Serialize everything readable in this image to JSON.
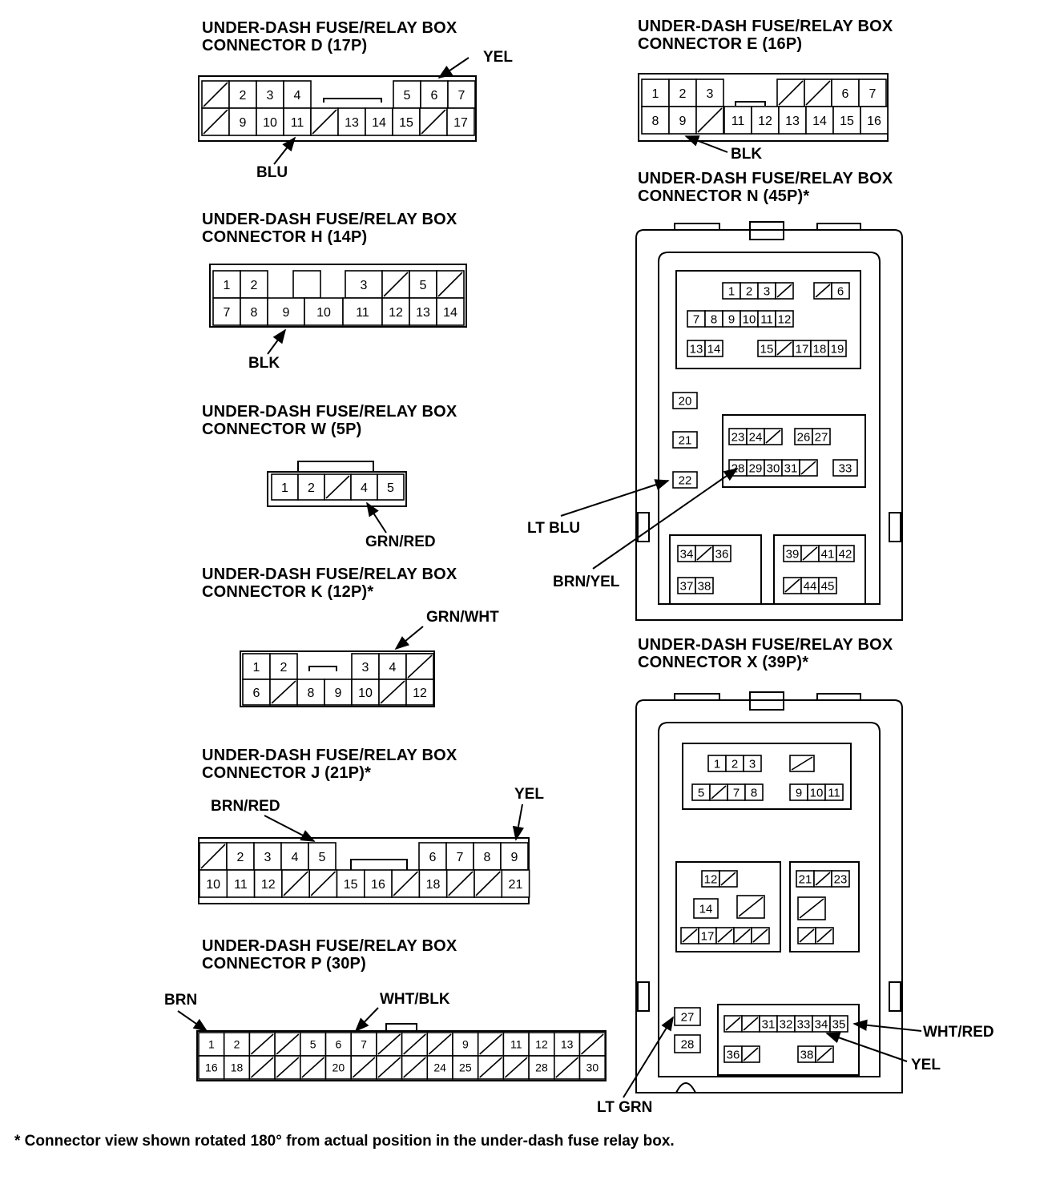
{
  "connectors": {
    "d": {
      "title1": "UNDER-DASH FUSE/RELAY BOX",
      "title2": "CONNECTOR D (17P)",
      "row1": [
        "",
        "2",
        "3",
        "4",
        "5",
        "6",
        "7"
      ],
      "row2": [
        "",
        "9",
        "10",
        "11",
        "",
        "13",
        "14",
        "15",
        "",
        "17"
      ],
      "wires": [
        "YEL",
        "BLU"
      ]
    },
    "e": {
      "title1": "UNDER-DASH FUSE/RELAY BOX",
      "title2": "CONNECTOR E (16P)",
      "row1": [
        "1",
        "2",
        "3",
        "",
        "",
        "6",
        "7"
      ],
      "row2": [
        "8",
        "9",
        "",
        "11",
        "12",
        "13",
        "14",
        "15",
        "16"
      ],
      "wires": [
        "BLK"
      ]
    },
    "h": {
      "title1": "UNDER-DASH FUSE/RELAY BOX",
      "title2": "CONNECTOR H (14P)",
      "row1": [
        "1",
        "2",
        "",
        "3",
        "",
        "5",
        ""
      ],
      "row2": [
        "7",
        "8",
        "9",
        "10",
        "11",
        "12",
        "13",
        "14"
      ],
      "wires": [
        "BLK"
      ]
    },
    "w": {
      "title1": "UNDER-DASH FUSE/RELAY BOX",
      "title2": "CONNECTOR W (5P)",
      "row1": [
        "1",
        "2",
        "",
        "4",
        "5"
      ],
      "wires": [
        "GRN/RED"
      ]
    },
    "k": {
      "title1": "UNDER-DASH FUSE/RELAY BOX",
      "title2": "CONNECTOR K (12P)*",
      "row1": [
        "1",
        "2",
        "3",
        "4",
        ""
      ],
      "row2": [
        "6",
        "",
        "8",
        "9",
        "10",
        "",
        "12"
      ],
      "wires": [
        "GRN/WHT"
      ]
    },
    "j": {
      "title1": "UNDER-DASH FUSE/RELAY BOX",
      "title2": "CONNECTOR J (21P)*",
      "row1": [
        "",
        "2",
        "3",
        "4",
        "5",
        "6",
        "7",
        "8",
        "9"
      ],
      "row2": [
        "10",
        "11",
        "12",
        "",
        "",
        "15",
        "16",
        "",
        "18",
        "",
        "",
        "21"
      ],
      "wires": [
        "BRN/RED",
        "YEL"
      ]
    },
    "p": {
      "title1": "UNDER-DASH FUSE/RELAY BOX",
      "title2": "CONNECTOR P (30P)",
      "row1": [
        "1",
        "2",
        "",
        "",
        "5",
        "6",
        "7",
        "",
        "",
        "",
        "9",
        "",
        "11",
        "12",
        "13",
        ""
      ],
      "row2": [
        "16",
        "18",
        "",
        "",
        "",
        "20",
        "",
        "",
        "",
        "24",
        "25",
        "",
        "",
        "28",
        "",
        "30"
      ],
      "wires": [
        "BRN",
        "WHT/BLK"
      ]
    },
    "n": {
      "title1": "UNDER-DASH FUSE/RELAY BOX",
      "title2": "CONNECTOR N (45P)*",
      "terminals": [
        "1",
        "2",
        "3",
        "",
        "",
        "6",
        "7",
        "8",
        "9",
        "10",
        "11",
        "12",
        "13",
        "14",
        "15",
        "",
        "17",
        "18",
        "19",
        "20",
        "21",
        "22",
        "23",
        "24",
        "",
        "26",
        "27",
        "28",
        "29",
        "30",
        "31",
        "",
        "33",
        "34",
        "",
        "36",
        "37",
        "38",
        "39",
        "",
        "41",
        "42",
        "",
        "44",
        "45"
      ],
      "wires": [
        "LT BLU",
        "BRN/YEL"
      ]
    },
    "x": {
      "title1": "UNDER-DASH FUSE/RELAY BOX",
      "title2": "CONNECTOR X (39P)*",
      "terminals": [
        "1",
        "2",
        "3",
        "",
        "5",
        "",
        "7",
        "8",
        "9",
        "10",
        "11",
        "12",
        "",
        "14",
        "",
        "",
        "17",
        "",
        "",
        "21",
        "",
        "23",
        "",
        "",
        "",
        "27",
        "28",
        "",
        "",
        "31",
        "32",
        "33",
        "34",
        "35",
        "36",
        "",
        "38",
        ""
      ],
      "wires": [
        "WHT/RED",
        "YEL",
        "LT GRN"
      ]
    }
  },
  "footnote": "*  Connector view shown rotated 180° from actual position in the under-dash fuse relay box."
}
